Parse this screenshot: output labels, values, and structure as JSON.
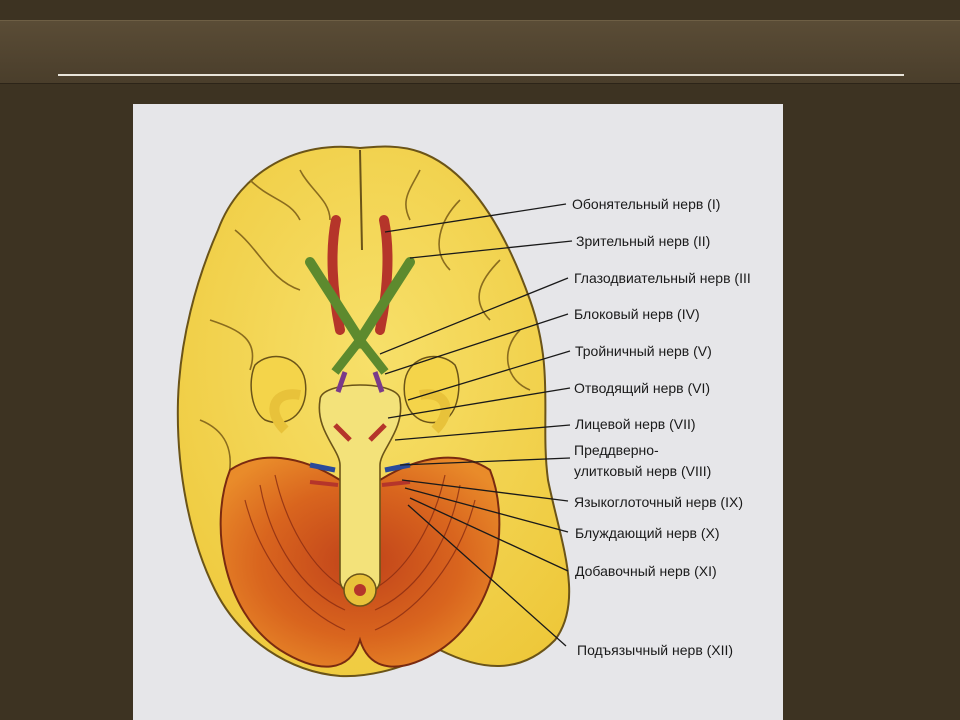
{
  "labels": [
    "Обонятельный нерв (I)",
    "Зрительный нерв (II)",
    "Глазодвиательный нерв (III",
    "Блоковый нерв (IV)",
    "Тройничный нерв (V)",
    "Отводящий нерв (VI)",
    "Лицевой нерв (VII)",
    "Преддверно-",
    "улитковый нерв (VIII)",
    "Языкоглоточный нерв (IX)",
    "Блуждающий нерв (X)",
    "Добавочный нерв (XI)",
    "Подъязычный нерв (XII)"
  ],
  "colors": {
    "background": "#3d3322",
    "panel": "#e6e6e9",
    "cerebrum": "#f4d84a",
    "cerebellum": "#d2561c",
    "optic": "#5d8a2e",
    "olfactory": "#b5352a"
  }
}
